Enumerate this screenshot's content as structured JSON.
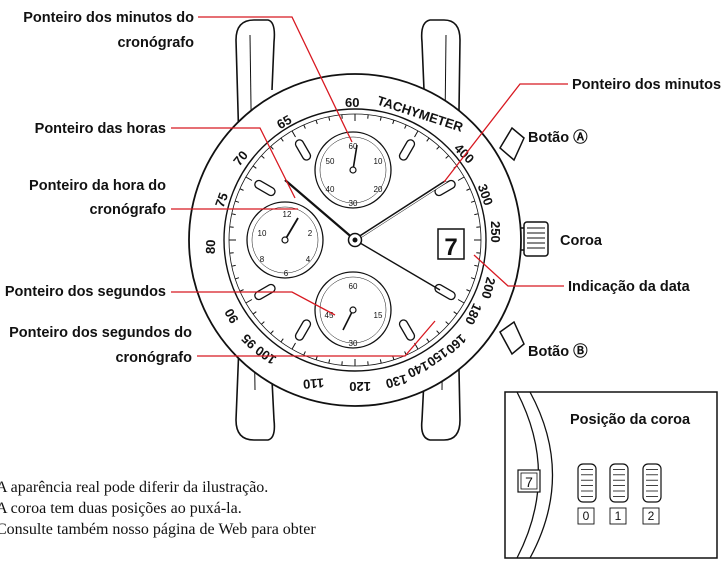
{
  "labels": {
    "chrono_minute_hand_1": "Ponteiro dos minutos do",
    "chrono_minute_hand_2": "cronógrafo",
    "hour_hand": "Ponteiro das horas",
    "chrono_hour_hand_1": "Ponteiro da hora do",
    "chrono_hour_hand_2": "cronógrafo",
    "second_hand": "Ponteiro dos segundos",
    "chrono_second_hand_1": "Ponteiro dos segundos do",
    "chrono_second_hand_2": "cronógrafo",
    "minute_hand": "Ponteiro dos minutos",
    "button_a": "Botão Ⓐ",
    "crown": "Coroa",
    "date_indicator": "Indicação da data",
    "button_b": "Botão Ⓑ"
  },
  "dial": {
    "tachymeter": "TACHYMETER",
    "date": "7",
    "bezel_scale": [
      "60",
      "65",
      "70",
      "75",
      "80",
      "90",
      "95",
      "100",
      "110",
      "120",
      "130",
      "140",
      "150",
      "160",
      "180",
      "200",
      "250",
      "300",
      "400"
    ],
    "top_subdial": [
      "60",
      "10",
      "20",
      "30",
      "40",
      "50"
    ],
    "left_subdial": [
      "12",
      "2",
      "4",
      "6",
      "8",
      "10"
    ],
    "bottom_subdial": [
      "60",
      "15",
      "30",
      "45"
    ]
  },
  "inset": {
    "title": "Posição da coroa",
    "date": "7",
    "positions": [
      "0",
      "1",
      "2"
    ]
  },
  "notes": [
    "A aparência real pode diferir da ilustração.",
    "A coroa tem duas posições ao puxá-la.",
    "Consulte também nosso página de Web para obter"
  ]
}
